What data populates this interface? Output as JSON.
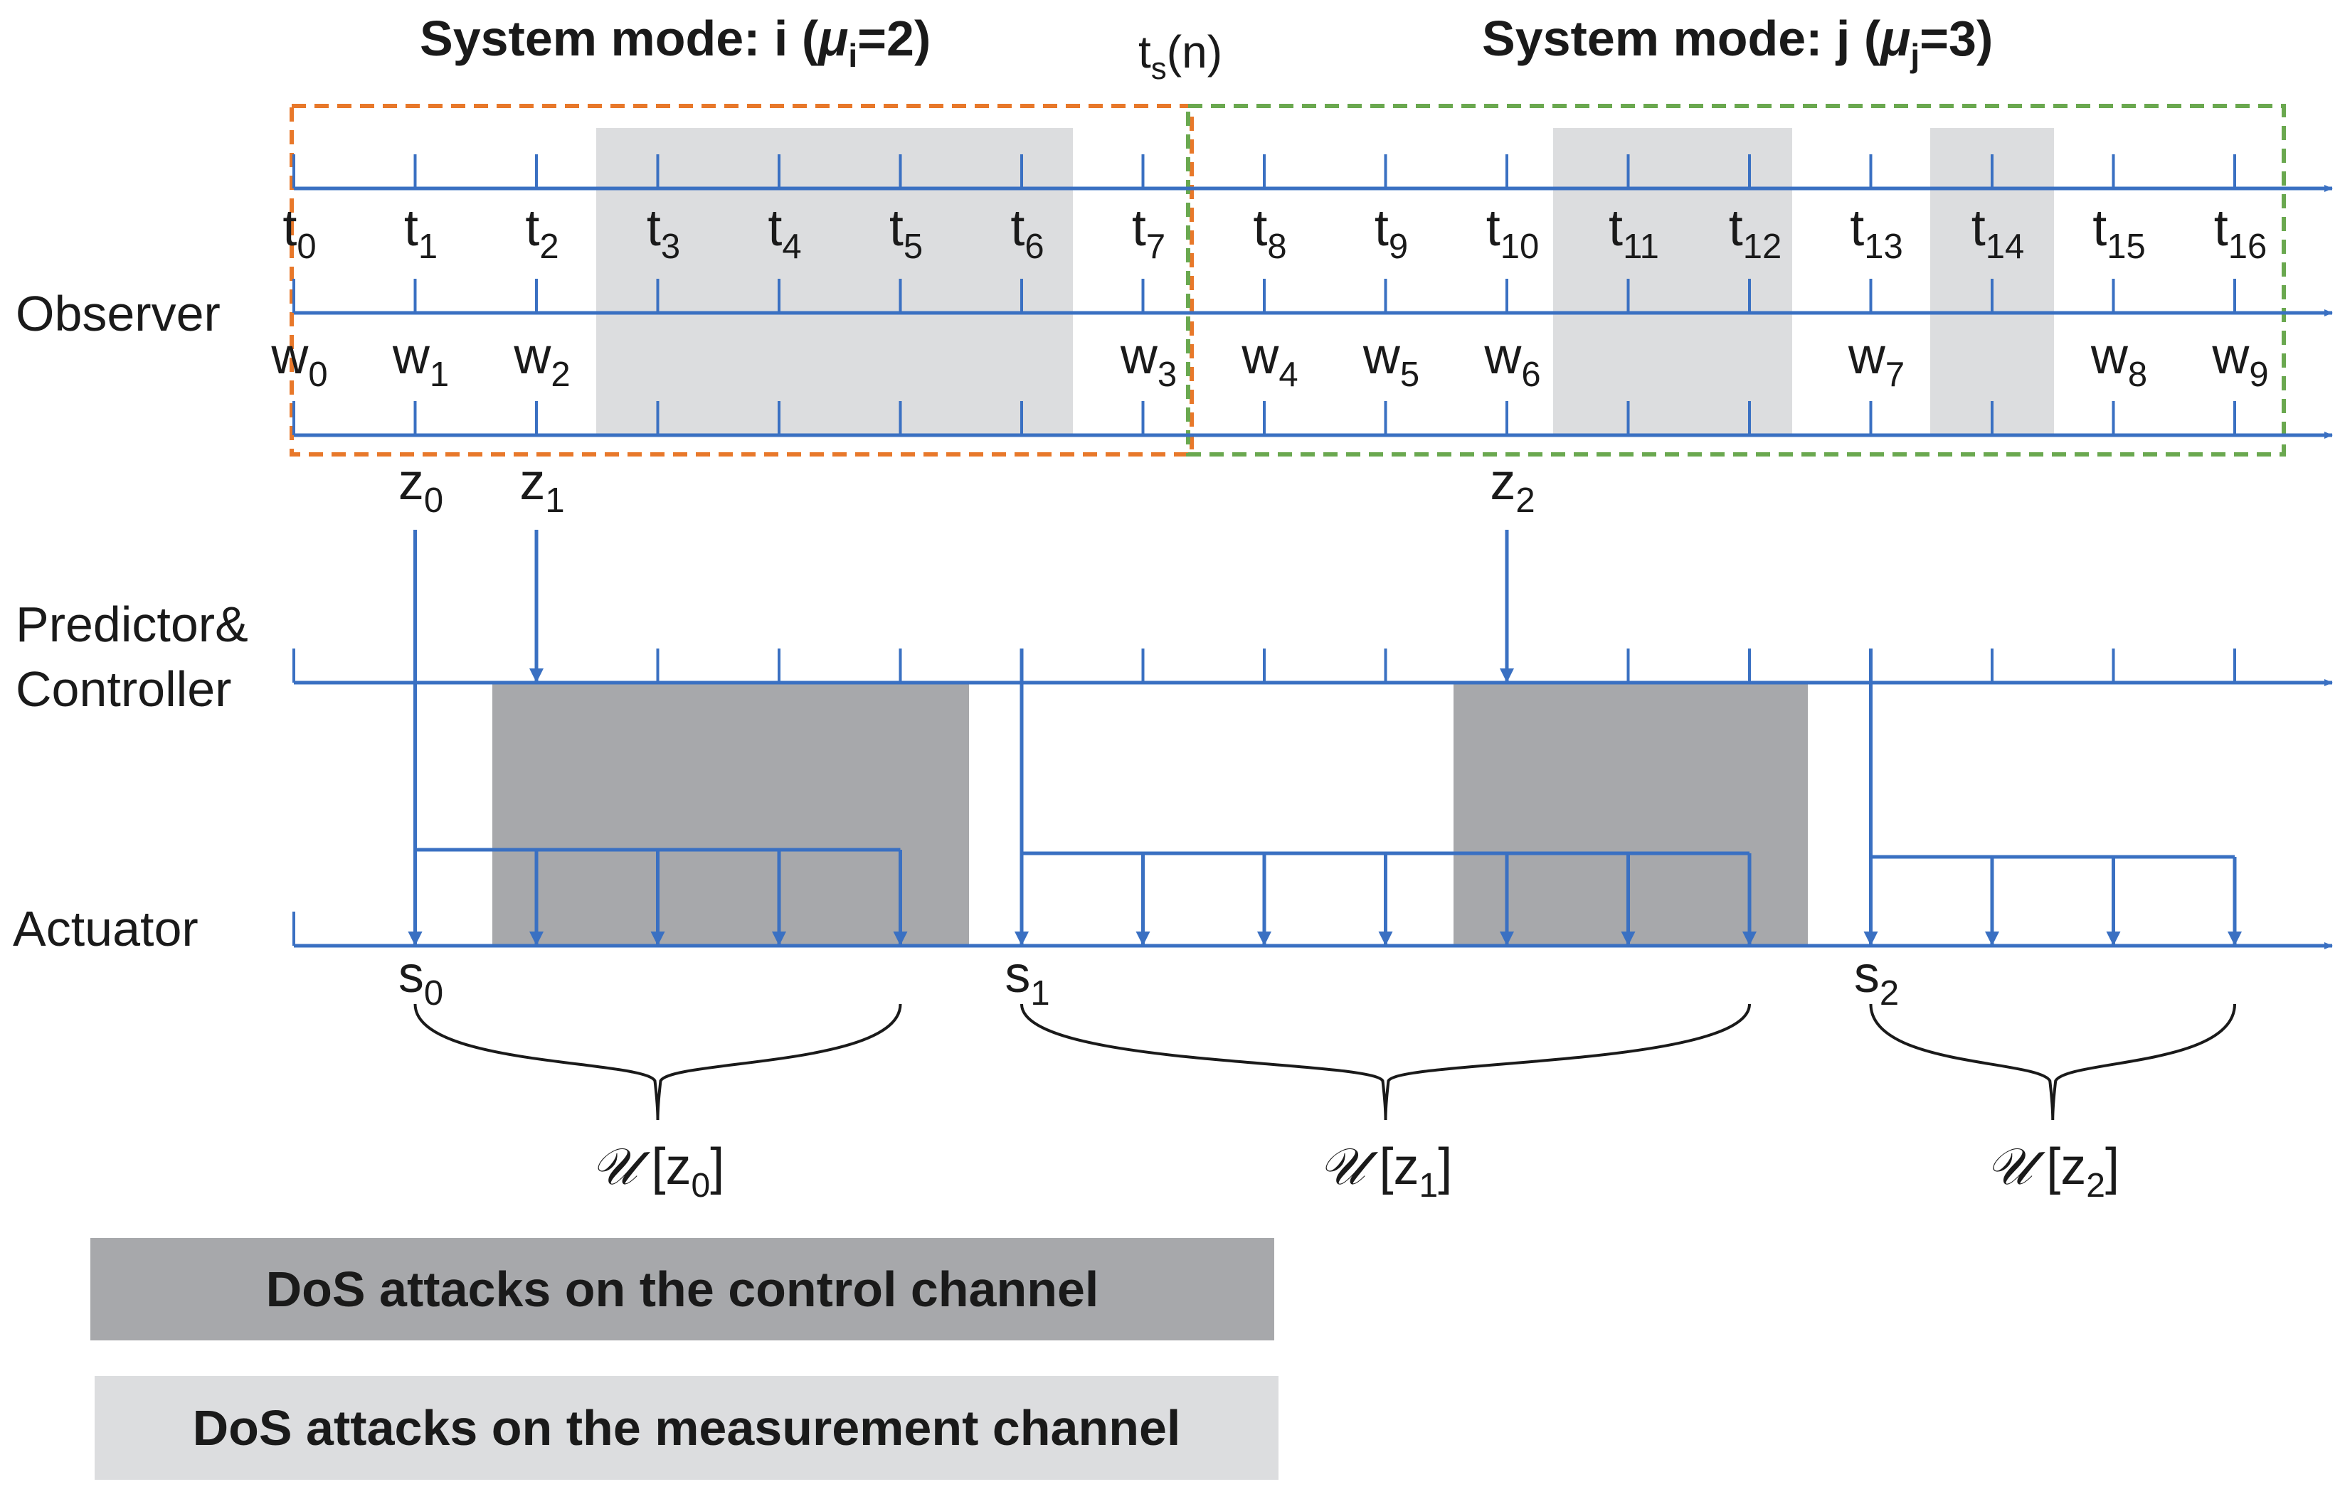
{
  "titles": {
    "mode_i": {
      "prefix": "System mode: i (",
      "mu": "μ",
      "sub": "i",
      "suffix": "=2)"
    },
    "mode_j": {
      "prefix": "System mode: j (",
      "mu": "μ",
      "sub": "j",
      "suffix": "=3)"
    },
    "switch_time": {
      "base": "t",
      "sub": "s",
      "suffix": "(n)"
    }
  },
  "row_labels": {
    "observer": "Observer",
    "predictor_line1": "Predictor&",
    "predictor_line2": "Controller",
    "actuator": "Actuator"
  },
  "time_labels": [
    {
      "base": "t",
      "sub": "0"
    },
    {
      "base": "t",
      "sub": "1"
    },
    {
      "base": "t",
      "sub": "2"
    },
    {
      "base": "t",
      "sub": "3"
    },
    {
      "base": "t",
      "sub": "4"
    },
    {
      "base": "t",
      "sub": "5"
    },
    {
      "base": "t",
      "sub": "6"
    },
    {
      "base": "t",
      "sub": "7"
    },
    {
      "base": "t",
      "sub": "8"
    },
    {
      "base": "t",
      "sub": "9"
    },
    {
      "base": "t",
      "sub": "10"
    },
    {
      "base": "t",
      "sub": "11"
    },
    {
      "base": "t",
      "sub": "12"
    },
    {
      "base": "t",
      "sub": "13"
    },
    {
      "base": "t",
      "sub": "14"
    },
    {
      "base": "t",
      "sub": "15"
    },
    {
      "base": "t",
      "sub": "16"
    }
  ],
  "w_labels": [
    {
      "base": "w",
      "sub": "0"
    },
    {
      "base": "w",
      "sub": "1"
    },
    {
      "base": "w",
      "sub": "2"
    },
    {
      "base": "w",
      "sub": "3"
    },
    {
      "base": "w",
      "sub": "4"
    },
    {
      "base": "w",
      "sub": "5"
    },
    {
      "base": "w",
      "sub": "6"
    },
    {
      "base": "w",
      "sub": "7"
    },
    {
      "base": "w",
      "sub": "8"
    },
    {
      "base": "w",
      "sub": "9"
    }
  ],
  "z_labels": [
    {
      "base": "z",
      "sub": "0"
    },
    {
      "base": "z",
      "sub": "1"
    },
    {
      "base": "z",
      "sub": "2"
    }
  ],
  "s_labels": [
    {
      "base": "s",
      "sub": "0"
    },
    {
      "base": "s",
      "sub": "1"
    },
    {
      "base": "s",
      "sub": "2"
    }
  ],
  "u_labels": [
    {
      "script": "𝒰",
      "open": " [z",
      "sub": "0",
      "close": "]"
    },
    {
      "script": "𝒰",
      "open": " [z",
      "sub": "1",
      "close": "]"
    },
    {
      "script": "𝒰",
      "open": " [z",
      "sub": "2",
      "close": "]"
    }
  ],
  "legend": {
    "control_channel": "DoS attacks on the control channel",
    "measurement_channel": "DoS attacks on the measurement channel"
  },
  "colors": {
    "axis_blue": "#3a70c2",
    "mode_i_orange": "#e8782a",
    "mode_j_green": "#6aa84f",
    "control_attack_gray": "#a7a8ab",
    "measurement_attack_gray": "#dcdddf",
    "text": "#1a1a1a"
  }
}
